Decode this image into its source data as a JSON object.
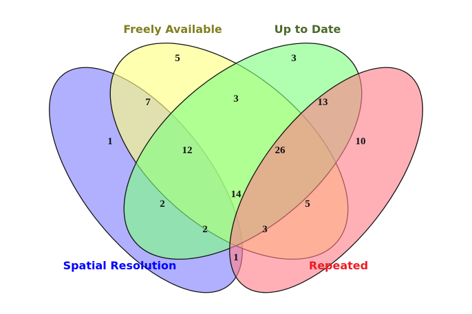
{
  "chart_data": {
    "type": "venn",
    "sets": [
      {
        "name": "Spatial Resolution",
        "color": "#0000ff",
        "fill": "#7f7fff"
      },
      {
        "name": "Freely Available",
        "color": "#808020",
        "fill": "#ffff7f"
      },
      {
        "name": "Up to Date",
        "color": "#4a6b2a",
        "fill": "#7fff7f"
      },
      {
        "name": "Repeated",
        "color": "#ee1c24",
        "fill": "#ff7f8a"
      }
    ],
    "regions": [
      {
        "sets": [
          "Freely Available"
        ],
        "value": "5"
      },
      {
        "sets": [
          "Up to Date"
        ],
        "value": "3"
      },
      {
        "sets": [
          "Spatial Resolution",
          "Freely Available"
        ],
        "value": "7"
      },
      {
        "sets": [
          "Freely Available",
          "Up to Date"
        ],
        "value": "3"
      },
      {
        "sets": [
          "Up to Date",
          "Repeated"
        ],
        "value": "13"
      },
      {
        "sets": [
          "Spatial Resolution"
        ],
        "value": "1"
      },
      {
        "sets": [
          "Spatial Resolution",
          "Freely Available",
          "Up to Date"
        ],
        "value": "12"
      },
      {
        "sets": [
          "Freely Available",
          "Up to Date",
          "Repeated"
        ],
        "value": "26"
      },
      {
        "sets": [
          "Repeated"
        ],
        "value": "10"
      },
      {
        "sets": [
          "Spatial Resolution",
          "Freely Available",
          "Up to Date",
          "Repeated"
        ],
        "value": "14"
      },
      {
        "sets": [
          "Spatial Resolution",
          "Up to Date"
        ],
        "value": "2"
      },
      {
        "sets": [
          "Freely Available",
          "Repeated"
        ],
        "value": "5"
      },
      {
        "sets": [
          "Spatial Resolution",
          "Up to Date",
          "Repeated"
        ],
        "value": "2"
      },
      {
        "sets": [
          "Spatial Resolution",
          "Freely Available",
          "Repeated"
        ],
        "value": "3"
      },
      {
        "sets": [
          "Spatial Resolution",
          "Repeated"
        ],
        "value": "1"
      }
    ]
  }
}
